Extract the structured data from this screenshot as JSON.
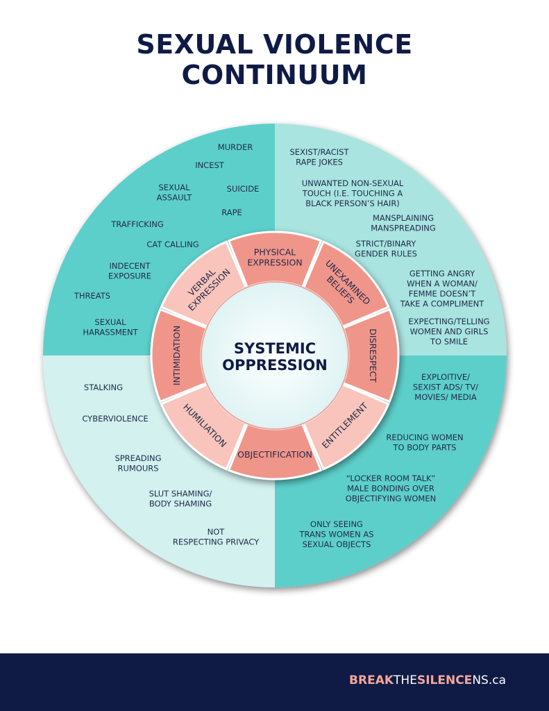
{
  "title": {
    "line1": "SEXUAL VIOLENCE",
    "line2": "CONTINUUM"
  },
  "center": {
    "line1": "SYSTEMIC",
    "line2": "OPPRESSION"
  },
  "ring_segments": [
    "PHYSICAL EXPRESSION",
    "UNEXAMINED BELIEFS",
    "DISRESPECT",
    "ENTITLEMENT",
    "OBJECTIFICATION",
    "HUMILIATION",
    "INTIMIDATION",
    "VERBAL EXPRESSION"
  ],
  "quadrants": {
    "top_left": {
      "items": [
        "MURDER",
        "INCEST",
        "SEXUAL ASSAULT",
        "SUICIDE",
        "RAPE",
        "TRAFFICKING",
        "CAT CALLING",
        "INDECENT EXPOSURE",
        "THREATS",
        "SEXUAL HARASSMENT"
      ]
    },
    "top_right": {
      "items": [
        "SEXIST/RACIST RAPE JOKES",
        "UNWANTED NON-SEXUAL TOUCH (I.E. TOUCHING A BLACK PERSON’S HAIR)",
        "MANSPLAINING MANSPREADING",
        "STRICT/BINARY GENDER RULES",
        "GETTING ANGRY WHEN A WOMAN/ FEMME DOESN’T TAKE A COMPLIMENT",
        "EXPECTING/TELLING WOMEN AND GIRLS TO SMILE"
      ]
    },
    "bottom_right": {
      "items": [
        "EXPLOITIVE/ SEXIST ADS/ TV/ MOVIES/ MEDIA",
        "REDUCING WOMEN TO BODY PARTS",
        "“LOCKER ROOM TALK” MALE BONDING OVER OBJECTIFYING WOMEN",
        "ONLY SEEING TRANS WOMEN AS SEXUAL OBJECTS"
      ]
    },
    "bottom_left": {
      "items": [
        "STALKING",
        "CYBERVIOLENCE",
        "SPREADING RUMOURS",
        "SLUT SHAMING/ BODY SHAMING",
        "NOT RESPECTING PRIVACY"
      ]
    }
  },
  "footer": {
    "brand_break": "BREAK",
    "brand_the": "THE",
    "brand_silence": "SILENCE",
    "brand_domain": "NS.ca"
  },
  "colors": {
    "navy": "#0f1b45",
    "teal_dark": "#5dcfca",
    "teal_light": "#a9e4e0",
    "teal_pale": "#d2f1ef",
    "salmon": "#f0958a",
    "salmon_light": "#f8c4bb",
    "text": "#1f2a4a"
  }
}
